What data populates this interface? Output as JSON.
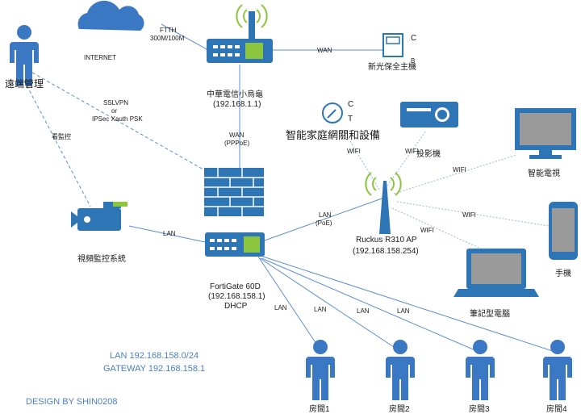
{
  "nodes": {
    "remote": {
      "label": "遠端管理"
    },
    "internet": {
      "label": "INTERNET"
    },
    "router": {
      "title": "中華電信小烏龜",
      "ip": "(192.168.1.1)"
    },
    "host": {
      "label": "新光保全主機",
      "tag_c": "C",
      "tag_b": "B"
    },
    "smart_home": {
      "label": "智能家庭網關和設備",
      "tag_c": "C",
      "tag_t": "T"
    },
    "projector": {
      "label": "投影機"
    },
    "smart_tv": {
      "label": "智能電視"
    },
    "camera": {
      "label": "視頻監控系統"
    },
    "fortigate": {
      "name": "FortiGate 60D",
      "ip": "(192.168.158.1)",
      "dhcp": "DHCP"
    },
    "ap": {
      "name": "Ruckus R310 AP",
      "ip": "(192.168.158.254)"
    },
    "phone": {
      "label": "手機"
    },
    "laptop": {
      "label": "筆記型電腦"
    },
    "rooms": [
      "房間1",
      "房間2",
      "房間3",
      "房間4"
    ]
  },
  "links": {
    "ftth_line1": "FTTH",
    "ftth_line2": "300M/100M",
    "wan_host": "WAN",
    "wan_pppoe_1": "WAN",
    "wan_pppoe_2": "(PPPoE)",
    "vpn_1": "SSLVPN",
    "vpn_2": "or",
    "vpn_3": "IPSec Xauth PSK",
    "monitor": "看監控",
    "lan_camera": "LAN",
    "lan_ap_1": "LAN",
    "lan_ap_2": "(PoE)",
    "wifi_home": "WIFI",
    "wifi_projector": "WIFI",
    "wifi_tv": "WIFI",
    "wifi_phone": "WIFI",
    "wifi_laptop": "WIFI",
    "lan_rooms": [
      "LAN",
      "LAN",
      "LAN",
      "LAN"
    ]
  },
  "network": {
    "lan": "LAN 192.168.158.0/24",
    "gateway": "GATEWAY 192.168.158.1"
  },
  "credit": "DESIGN BY SHIN0208",
  "colors": {
    "accent": "#4a7fc1",
    "device_blue": "#2e75b6",
    "line": "#5b8fd0"
  }
}
